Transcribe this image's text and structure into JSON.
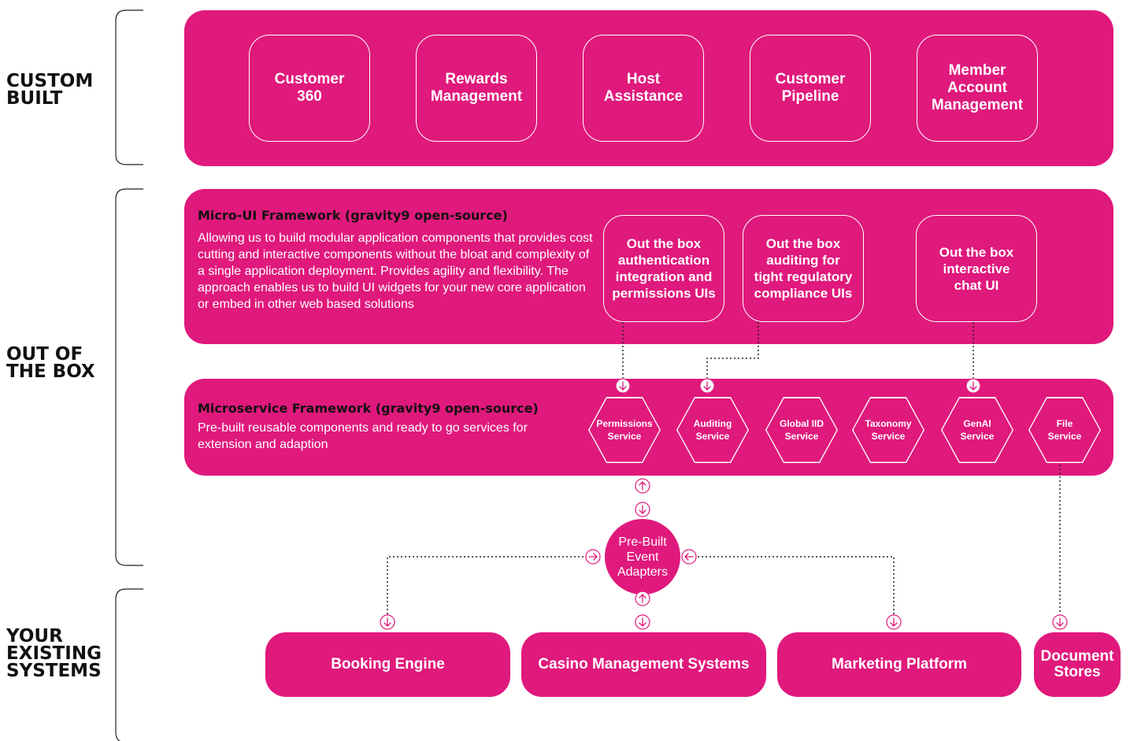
{
  "side_labels": {
    "custom_built": "CUSTOM\nBUILT",
    "out_of_the_box": "OUT OF\nTHE BOX",
    "existing_systems": "YOUR\nEXISTING\nSYSTEMS"
  },
  "custom_built_apps": [
    "Customer\n360",
    "Rewards\nManagement",
    "Host\nAssistance",
    "Customer\nPipeline",
    "Member\nAccount\nManagement"
  ],
  "micro_ui": {
    "title": "Micro-UI Framework (gravity9 open-source)",
    "description": "Allowing us to build modular application components that provides cost cutting and interactive components without the bloat and complexity of a single application deployment. Provides agility and flexibility. The approach enables us to build UI widgets for your new core application or embed in other web based solutions",
    "components": [
      "Out the box\nauthentication\nintegration and\npermissions UIs",
      "Out the box\nauditing for\ntight regulatory\ncompliance UIs",
      "Out the box\ninteractive\nchat UI"
    ]
  },
  "microservice": {
    "title": "Microservice Framework (gravity9 open-source)",
    "description": "Pre-built reusable components and ready to go services for extension and adaption",
    "services": [
      "Permissions\nService",
      "Auditing\nService",
      "Global IID\nService",
      "Taxonomy\nService",
      "GenAI\nService",
      "File\nService"
    ]
  },
  "event_adapters": "Pre-Built\nEvent\nAdapters",
  "existing_systems": [
    "Booking Engine",
    "Casino Management Systems",
    "Marketing Platform",
    "Document\nStores"
  ],
  "colors": {
    "brand_pink": "#e0197c",
    "text_dark": "#111111",
    "white": "#ffffff"
  }
}
